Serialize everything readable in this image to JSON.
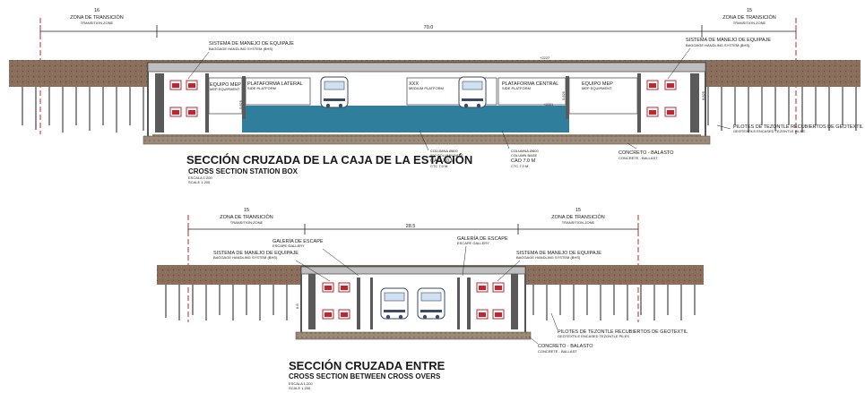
{
  "colors": {
    "soil": "#8a6e5c",
    "soil_dark": "#6e5646",
    "water": "#2f7f9c",
    "wall": "#5a5a5a",
    "dim_red": "#c0262d",
    "pile": "#444444",
    "concrete": "#9c8a78"
  },
  "top_section": {
    "dim_left_value": "16",
    "dim_left_label": "ZONA DE TRANSICIÓN",
    "dim_left_sub": "TRANSITION ZONE",
    "dim_center_value": "70.0",
    "dim_right_value": "15",
    "dim_right_label": "ZONA DE TRANSICIÓN",
    "dim_right_sub": "TRANSITION ZONE",
    "bhs_left": "SISTEMA DE MANEJO DE EQUIPAJE",
    "bhs_left_sub": "BAGGAGE HANDLING SYSTEM (BHS)",
    "bhs_right": "SISTEMA DE MANEJO DE EQUIPAJE",
    "bhs_right_sub": "BAGGAGE HANDLING SYSTEM (BHS)",
    "level_top": "+2227",
    "mep_left": "EQUIPO MEP",
    "mep_left_sub": "MEP EQUIPMENT",
    "platform_lateral": "PLATAFORMA LATERAL",
    "platform_lateral_sub": "SIDE PLATFORM",
    "xxx": "XXX",
    "xxx_sub": "MEDIUM PLATFORM",
    "platform_central": "PLATAFORMA CENTRAL",
    "platform_central_sub": "SIDE PLATFORM",
    "mep_right": "EQUIPO MEP",
    "mep_right_sub": "MEP EQUIPMENT",
    "level_platform": "+2221",
    "height_left": "5.825",
    "height_mid": "5.825",
    "height_right": "6.825",
    "col1_title": "COLUMNA Ø800",
    "col1_sub": "800 COLUMN BASE",
    "col1_cao": "CAO 7.0 M",
    "col1_cao_sub": "CTC 7.0 M",
    "col2_title": "COLUMNA Ø800",
    "col2_sub": "COLUMN BASE",
    "col2_cao": "CAO 7.0 M",
    "col2_cao_sub": "CTC 7.0 M",
    "concrete": "CONCRETO - BALASTO",
    "concrete_sub": "CONCRETE - BALLAST",
    "piles": "PILOTES DE TEZONTLE RECUBIERTOS DE GEOTEXTIL",
    "piles_sub": "GEOTEXTILE ENCASED TEZONTLE PILES",
    "title": "SECCIÓN CRUZADA DE LA CAJA DE LA ESTACIÓN",
    "subtitle": "CROSS SECTION STATION BOX",
    "scale": "ESCALA 1:200",
    "scale_sub": "SCALE 1:200"
  },
  "bottom_section": {
    "dim_left_value": "15",
    "dim_left_label": "ZONA DE TRANSICIÓN",
    "dim_left_sub": "TRANSITION ZONE",
    "dim_center_value": "28.5",
    "dim_right_value": "15",
    "dim_right_label": "ZONA DE TRANSICIÓN",
    "dim_right_sub": "TRANSITION ZONE",
    "gallery_left": "GALERÍA DE ESCAPE",
    "gallery_left_sub": "ESCAPE GALLERY",
    "gallery_right": "GALERÍA DE ESCAPE",
    "gallery_right_sub": "ESCAPE GALLERY",
    "bhs_left": "SISTEMA DE MANEJO DE EQUIPAJE",
    "bhs_left_sub": "BAGGAGE HANDLING SYSTEM (BHS)",
    "bhs_right": "SISTEMA DE MANEJO DE EQUIPAJE",
    "bhs_right_sub": "BAGGAGE HANDLING SYSTEM (BHS)",
    "height_left": "6.8",
    "piles": "PILOTES DE TEZONTLE RECUBIERTOS DE GEOTEXTIL",
    "piles_sub": "GEOTEXTILE ENCASED TEZONTLE PILES",
    "concrete": "CONCRETO - BALASTO",
    "concrete_sub": "CONCRETE - BALLAST",
    "title": "SECCIÓN CRUZADA ENTRE",
    "subtitle": "CROSS SECTION BETWEEN CROSS OVERS",
    "scale": "ESCALA 1:200",
    "scale_sub": "SCALE 1:200"
  }
}
